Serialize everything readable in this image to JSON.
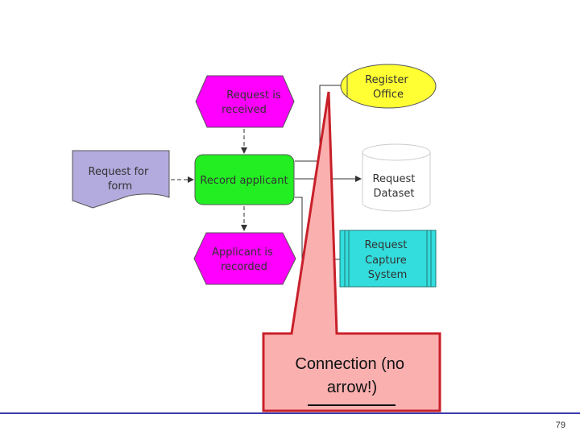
{
  "nodes": {
    "event_received": {
      "type": "event",
      "lines": [
        "Request is",
        "received"
      ],
      "color": "#ff00ff"
    },
    "function_record": {
      "type": "function",
      "lines": [
        "Record applicant"
      ],
      "color": "#22ee22"
    },
    "event_recorded": {
      "type": "event",
      "lines": [
        "Applicant is",
        "recorded"
      ],
      "color": "#ff00ff"
    },
    "document_form": {
      "type": "document",
      "lines": [
        "Request for",
        "form"
      ],
      "color": "#b3aadd"
    },
    "org_unit": {
      "type": "organizational-unit",
      "lines": [
        "Register",
        "Office"
      ],
      "color": "#ffff33"
    },
    "data_store": {
      "type": "data-store",
      "lines": [
        "Request",
        "Dataset"
      ],
      "color": "#ffffff"
    },
    "system": {
      "type": "application-system",
      "lines": [
        "Request",
        "Capture",
        "System"
      ],
      "color": "#33dddd"
    }
  },
  "callout": {
    "text_lines": [
      "Connection (no",
      "arrow!)"
    ],
    "fill": "#fbb0b0",
    "border": "#c8202a"
  },
  "footer": {
    "page_number": "79",
    "rule_color": "#3b3bb0"
  }
}
